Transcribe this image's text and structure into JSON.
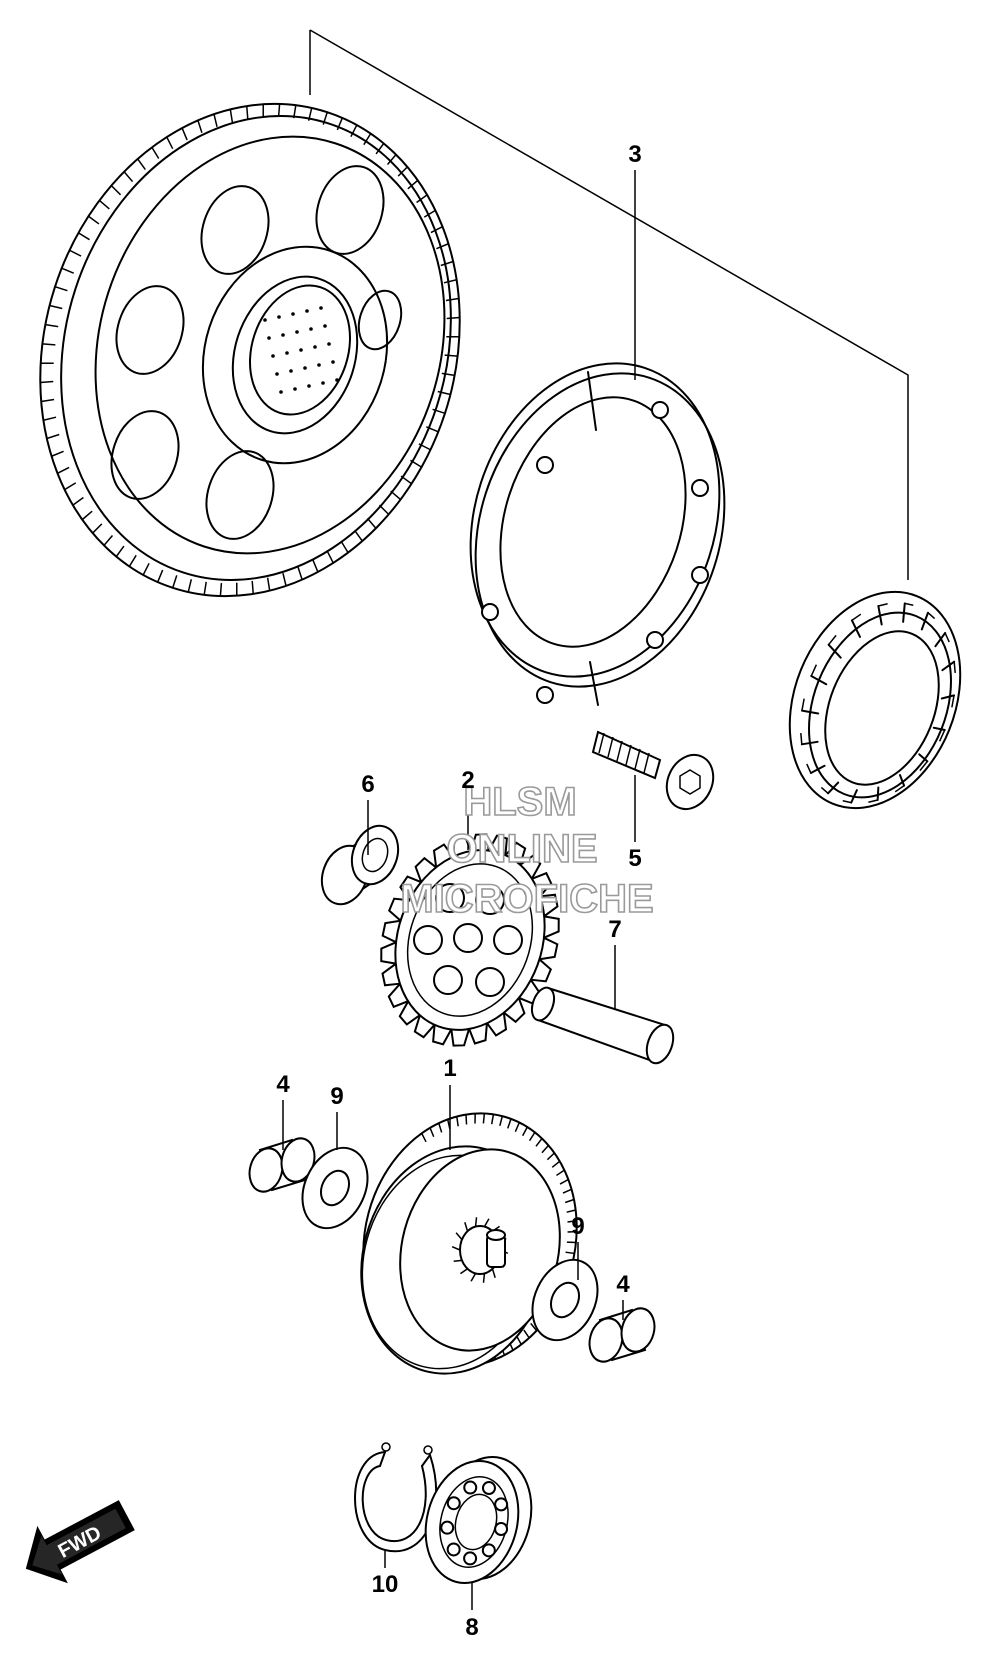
{
  "callouts": {
    "n1": "1",
    "n2": "2",
    "n3": "3",
    "n4a": "4",
    "n4b": "4",
    "n5": "5",
    "n6": "6",
    "n7": "7",
    "n8": "8",
    "n9a": "9",
    "n9b": "9",
    "n10": "10"
  },
  "direction": {
    "label": "FWD"
  },
  "watermark": {
    "line1": "HLSM",
    "line2": "ONLINE",
    "line3": "MICROFICHE"
  }
}
